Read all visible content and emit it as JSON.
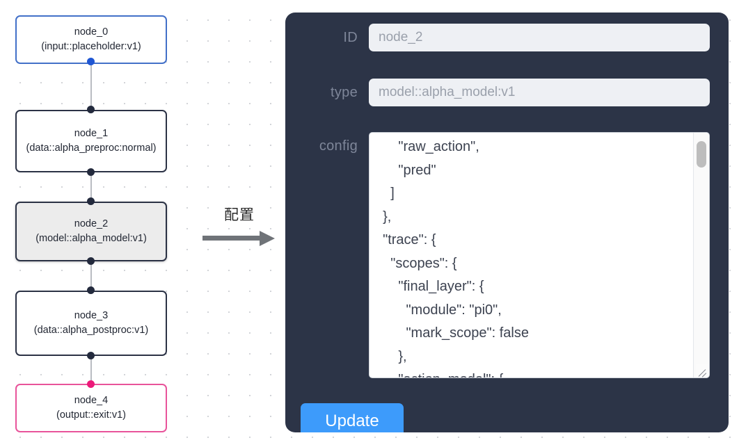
{
  "canvas": {
    "nodes": [
      {
        "id": "node_0",
        "title": "node_0",
        "subtitle": "(input::placeholder:v1)",
        "kind": "input",
        "selected": false
      },
      {
        "id": "node_1",
        "title": "node_1",
        "subtitle": "(data::alpha_preproc:normal)",
        "kind": "default",
        "selected": false
      },
      {
        "id": "node_2",
        "title": "node_2",
        "subtitle": "(model::alpha_model:v1)",
        "kind": "default",
        "selected": true
      },
      {
        "id": "node_3",
        "title": "node_3",
        "subtitle": "(data::alpha_postproc:v1)",
        "kind": "default",
        "selected": false
      },
      {
        "id": "node_4",
        "title": "node_4",
        "subtitle": "(output::exit:v1)",
        "kind": "output",
        "selected": false
      }
    ],
    "colors": {
      "input_border": "#4270c8",
      "default_border": "#2b3245",
      "output_border": "#e8539a",
      "selected_fill": "#ececec",
      "edge": "#b9bcc2",
      "grid_dot": "#d2d4d8"
    }
  },
  "annotation": {
    "label": "配置",
    "arrow_color": "#6f7378"
  },
  "panel": {
    "background": "#2c3447",
    "id_field": {
      "label": "ID",
      "value": "node_2"
    },
    "type_field": {
      "label": "type",
      "value": "model::alpha_model:v1"
    },
    "config_field": {
      "label": "config",
      "value": "      \"raw_action\",\n      \"pred\"\n    ]\n  },\n  \"trace\": {\n    \"scopes\": {\n      \"final_layer\": {\n        \"module\": \"pi0\",\n        \"mark_scope\": false\n      },\n      \"action_model\": {",
      "scroll_position": "top"
    },
    "update_button": {
      "label": "Update",
      "color": "#3d9bfb"
    }
  }
}
